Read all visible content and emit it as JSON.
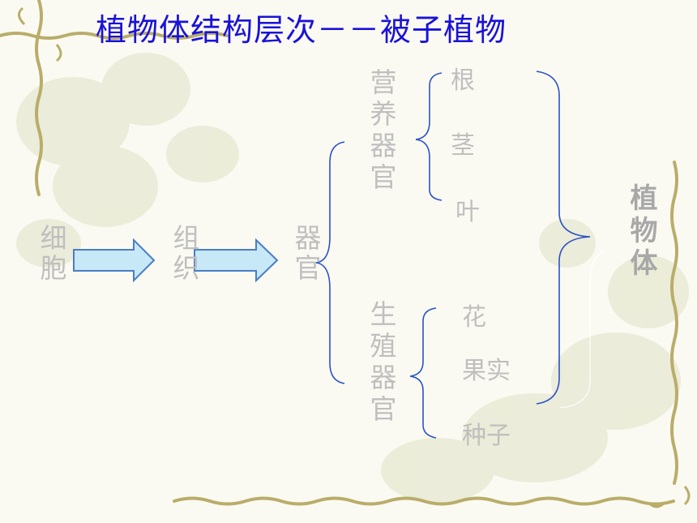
{
  "title": "植物体结构层次－－被子植物",
  "levels": {
    "cell": "细胞",
    "tissue": "组织",
    "organ": "器官",
    "plant_body": "植物体"
  },
  "organ_groups": {
    "vegetative": {
      "label": "营养器官",
      "items": [
        "根",
        "茎",
        "叶"
      ]
    },
    "reproductive": {
      "label": "生殖器官",
      "items": [
        "花",
        "果实",
        "种子"
      ]
    }
  },
  "colors": {
    "title": "#1a12d9",
    "label_text": "#bfbfbf",
    "bracket": "#2b52c8",
    "arrow_fill": "#c6e8f7",
    "arrow_stroke": "#4a7ec4",
    "decor_vine": "#b9ad6a"
  }
}
